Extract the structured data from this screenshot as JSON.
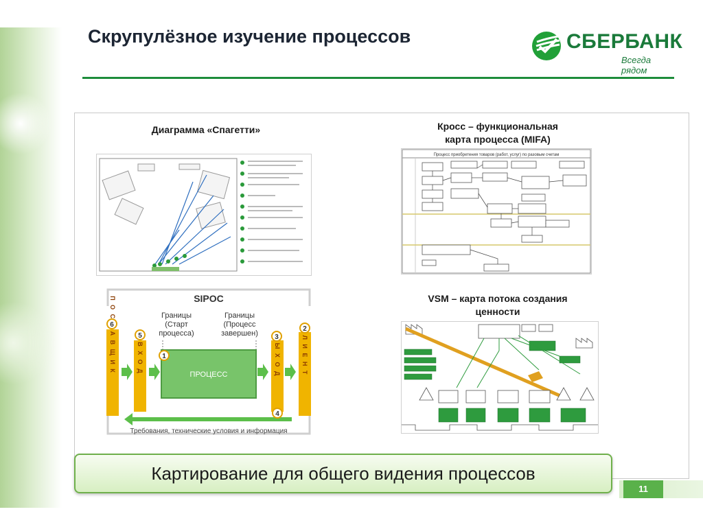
{
  "header": {
    "title": "Скрупулёзное изучение процессов"
  },
  "logo": {
    "name": "СБЕРБАНК",
    "slogan": "Всегда рядом"
  },
  "captions": {
    "spaghetti": "Диаграмма «Спагетти»",
    "mifa_line1": "Кросс – функциональная",
    "mifa_line2": "карта процесса (MIFA)",
    "vsm_line1": "VSM – карта потока создания",
    "vsm_line2": "ценности"
  },
  "sipoc": {
    "title": "SIPOC",
    "left_bound_1": "Границы",
    "left_bound_2": "(Старт",
    "left_bound_3": "процесса)",
    "right_bound_1": "Границы",
    "right_bound_2": "(Процесс",
    "right_bound_3": "завершен)",
    "process": "ПРОЦЕСС",
    "supplier": "П О С Т А В Щ И К",
    "input": "В Х О Д",
    "output": "В Ы Х О Д",
    "client": "К Л И Е Н Т",
    "requirements": "Требования, технические условия и информация",
    "n1": "1",
    "n2": "2",
    "n3": "3",
    "n4": "4",
    "n5": "5",
    "n6": "6"
  },
  "mifa": {
    "header": "Процесс приобретения товаров (работ, услуг) по разовым счетам"
  },
  "banner": {
    "text": "Картирование для общего видения процессов"
  },
  "page": {
    "number": "11"
  }
}
